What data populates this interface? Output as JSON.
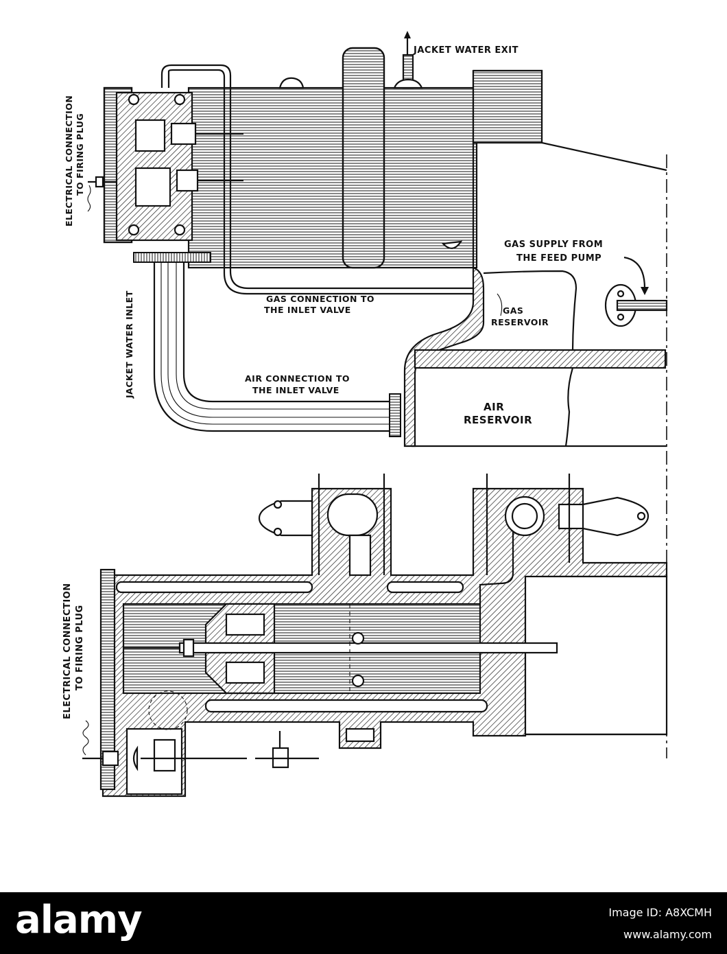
{
  "labels": {
    "jacket_water_exit": "JACKET WATER EXIT",
    "electrical_connection_top": "ELECTRICAL CONNECTION",
    "to_firing_plug_top": "TO FIRING PLUG",
    "gas_supply_line1": "GAS SUPPLY FROM",
    "gas_supply_line2": "THE FEED PUMP",
    "jacket_water_inlet": "JACKET WATER INLET",
    "gas_connection_line1": "GAS CONNECTION TO",
    "gas_connection_line2": "THE INLET VALVE",
    "gas_reservoir_line1": "GAS",
    "gas_reservoir_line2": "RESERVOIR",
    "air_connection_line1": "AIR CONNECTION TO",
    "air_connection_line2": "THE INLET VALVE",
    "air_reservoir_line1": "AIR",
    "air_reservoir_line2": "RESERVOIR",
    "electrical_connection_bottom": "ELECTRICAL CONNECTION",
    "to_firing_plug_bottom": "TO FIRING PLUG"
  },
  "watermark": {
    "logo": "alamy",
    "image_id": "Image ID: A8XCMH",
    "url": "www.alamy.com"
  }
}
